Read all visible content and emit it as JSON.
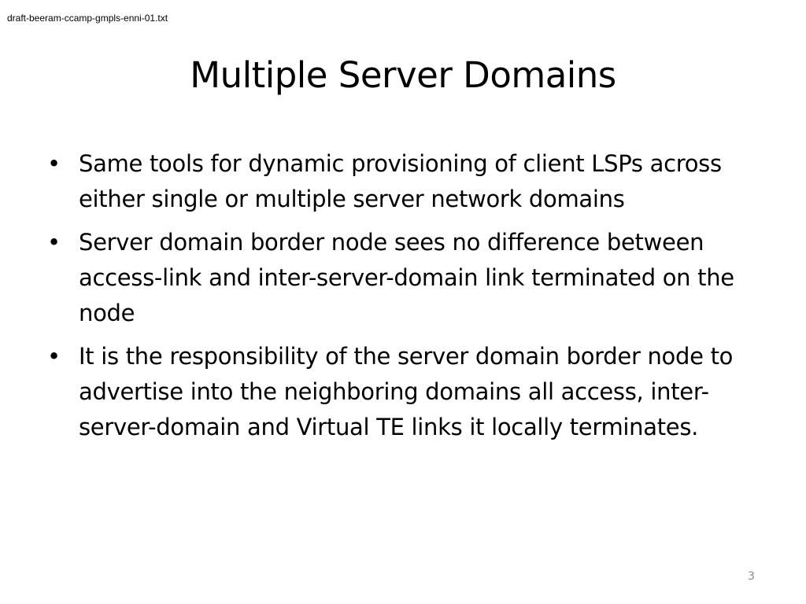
{
  "header": {
    "filename": "draft-beeram-ccamp-gmpls-enni-01.txt"
  },
  "slide": {
    "title": "Multiple Server Domains",
    "bullet_symbol": "•",
    "bullets": [
      "Same tools for dynamic provisioning of client LSPs across either single or multiple server network domains",
      "Server domain border node sees no difference between access-link and inter-server-domain link terminated on the node",
      "It is the responsibility of the server domain border node to advertise into the neighboring domains all access, inter-server-domain and Virtual TE links it locally terminates."
    ],
    "page_number": "3"
  },
  "colors": {
    "text": "#000000",
    "page_number": "#8a8a8a",
    "background": "#ffffff"
  }
}
